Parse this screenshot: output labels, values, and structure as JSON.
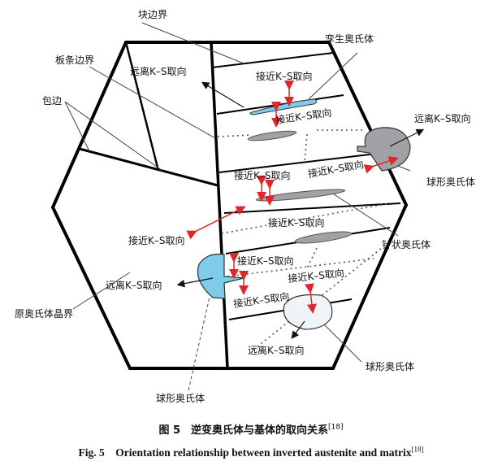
{
  "labels": {
    "block_boundary": "块边界",
    "lath_boundary": "板条边界",
    "wrap_edge": "包边",
    "twin_austenite": "孪生奥氏体",
    "prior_austenite_gb": "原奥氏体晶界",
    "needle_austenite": "针状奥氏体",
    "globular_austenite_right": "球形奥氏体",
    "globular_austenite_bottom_right": "球形奥氏体",
    "globular_austenite_bottom": "球形奥氏体",
    "far_ks_1": "远离K–S取向",
    "far_ks_2": "远离K–S取向",
    "far_ks_3": "远离K–S取向",
    "far_ks_4": "远离K–S取向",
    "near_ks_1": "接近K–S取向",
    "near_ks_2": "接近K–S取向",
    "near_ks_3": "接近K–S取向",
    "near_ks_4": "接近K–S取向",
    "near_ks_5": "接近K–S取向",
    "near_ks_6": "接近K–S取向",
    "near_ks_7": "接近K–S取向",
    "near_ks_8": "接近K–S取向",
    "near_ks_9": "接近K–S取向"
  },
  "caption": {
    "cn": "图 5　逆变奥氏体与基体的取向关系",
    "cn_ref": "[18]",
    "en": "Fig. 5　Orientation relationship between inverted austenite and matrix",
    "en_ref": "[18]"
  },
  "colors": {
    "blue_austenite": "#7ecbea",
    "gray_austenite": "#a0a2a5",
    "light_austenite": "#eef4f8",
    "arrow_red": "#e0262b"
  }
}
